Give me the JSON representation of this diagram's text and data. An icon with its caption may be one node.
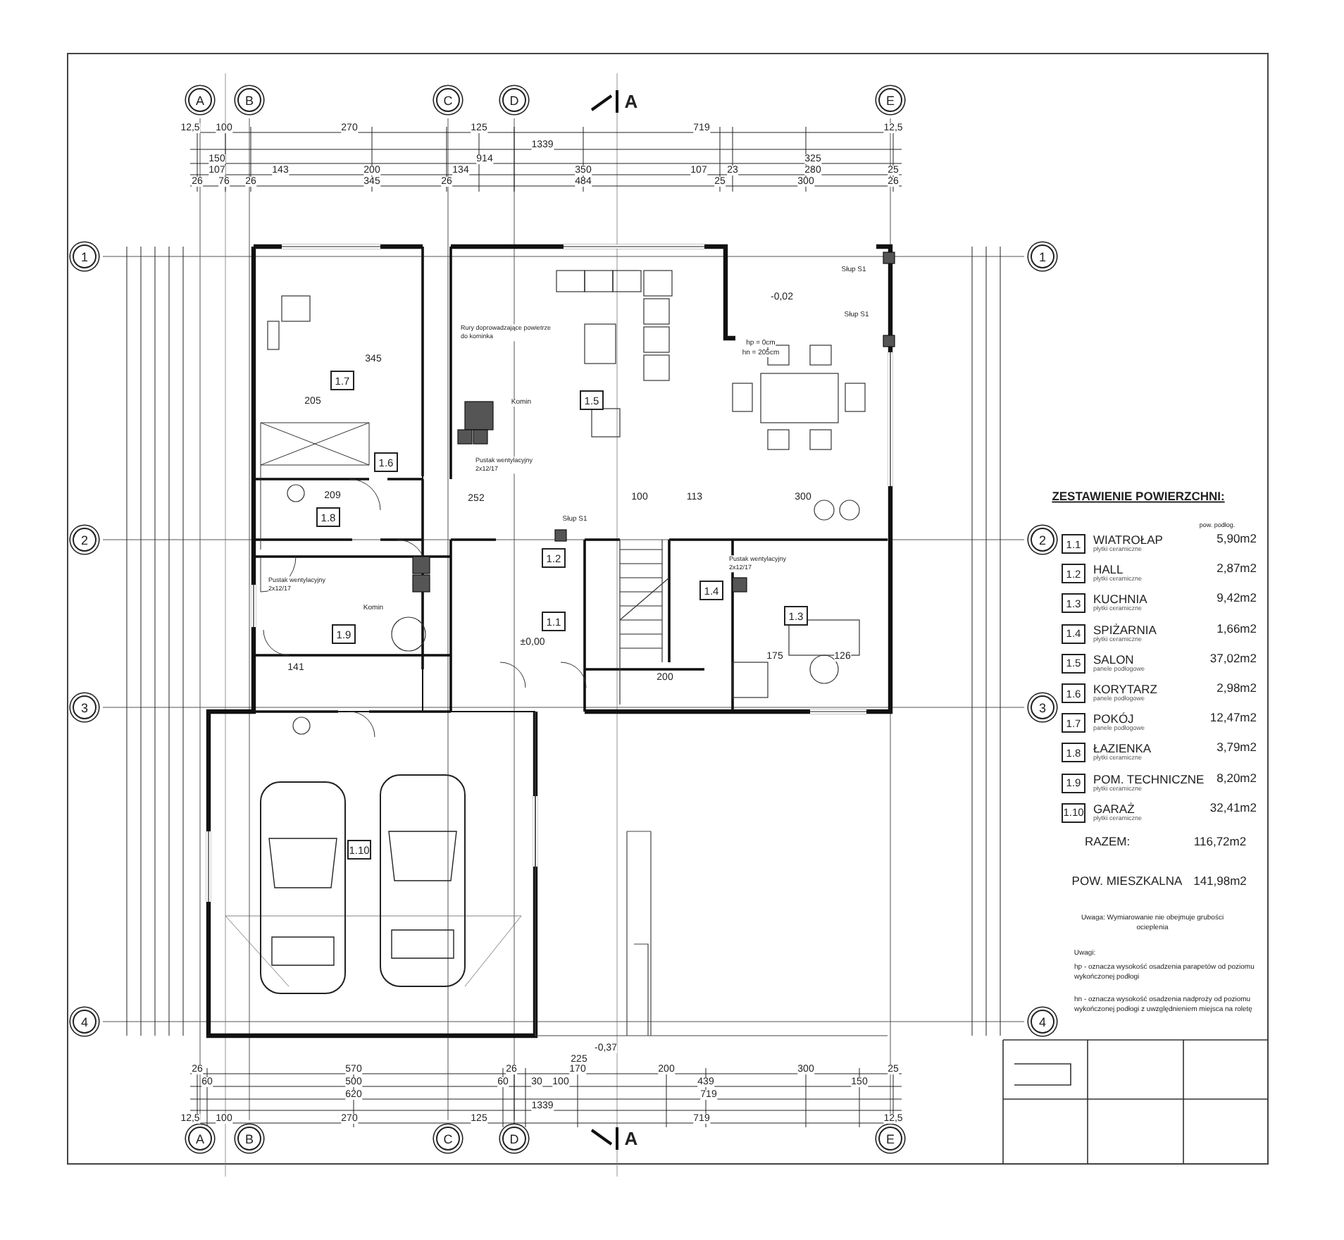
{
  "diagram": {
    "nodes": [
      {
        "text": [
          "A"
        ]
      },
      {
        "text": [
          "B"
        ]
      },
      {
        "text": [
          "C"
        ]
      },
      {
        "text": [
          "D"
        ]
      },
      {
        "text": [
          "E"
        ]
      },
      {
        "text": [
          "A"
        ]
      },
      {
        "text": [
          "B"
        ]
      },
      {
        "text": [
          "C"
        ]
      },
      {
        "text": [
          "D"
        ]
      },
      {
        "text": [
          "E"
        ]
      },
      {
        "text": [
          "1"
        ]
      },
      {
        "text": [
          "2"
        ]
      },
      {
        "text": [
          "3"
        ]
      },
      {
        "text": [
          "4"
        ]
      },
      {
        "text": [
          "1"
        ]
      },
      {
        "text": [
          "2"
        ]
      },
      {
        "text": [
          "3"
        ]
      },
      {
        "text": [
          "4"
        ]
      },
      {
        "text": [
          "1.1"
        ]
      },
      {
        "text": [
          "1.2"
        ]
      },
      {
        "text": [
          "1.3"
        ]
      },
      {
        "text": [
          "1.4"
        ]
      },
      {
        "text": [
          "1.5"
        ]
      },
      {
        "text": [
          "1.6"
        ]
      },
      {
        "text": [
          "1.7"
        ]
      },
      {
        "text": [
          "1.8"
        ]
      },
      {
        "text": [
          "1.9"
        ]
      },
      {
        "text": [
          "1.10"
        ]
      },
      {
        "text": [
          "1.1"
        ],
        "beside": [
          "WIATROŁAP",
          "płytki ceramiczne"
        ]
      },
      {
        "text": [
          "1.2"
        ],
        "beside": [
          "HALL",
          "płytki ceramiczne"
        ]
      },
      {
        "text": [
          "1.3"
        ],
        "beside": [
          "KUCHNIA",
          "płytki ceramiczne"
        ]
      },
      {
        "text": [
          "1.4"
        ],
        "beside": [
          "SPIŻARNIA",
          "płytki ceramiczne"
        ]
      },
      {
        "text": [
          "1.5"
        ],
        "beside": [
          "SALON",
          "panele podłogowe"
        ]
      },
      {
        "text": [
          "1.6"
        ],
        "beside": [
          "KORYTARZ",
          "panele podłogowe"
        ]
      },
      {
        "text": [
          "1.7"
        ],
        "beside": [
          "POKÓJ",
          "panele podłogowe"
        ]
      },
      {
        "text": [
          "1.8"
        ],
        "beside": [
          "ŁAZIENKA",
          "płytki ceramiczne"
        ]
      },
      {
        "text": [
          "1.9"
        ],
        "beside": [
          "POM. TECHNICZNE",
          "płytki ceramiczne"
        ]
      },
      {
        "text": [
          "1.10"
        ],
        "beside": [
          "GARAŻ",
          "płytki ceramiczne"
        ]
      }
    ],
    "labels": [
      "A",
      "12,5",
      "100",
      "270",
      "125",
      "719",
      "12,5",
      "1339",
      "150",
      "914",
      "325",
      "107",
      "143",
      "200",
      "134",
      "350",
      "107",
      "23",
      "280",
      "25",
      "26",
      "76",
      "26",
      "345",
      "26",
      "484",
      "25",
      "300",
      "26",
      "345",
      "205",
      "209",
      "141",
      "175",
      "126",
      "252",
      "100",
      "113",
      "300",
      "200",
      "-0,02",
      "±0,00",
      "hp = 0cm",
      "hn = 205cm",
      "Słup S1",
      "Słup S1",
      "Słup S1",
      "Rury doprowadzające powietrze do kominka",
      "Komin",
      "Pustak wentylacyjny 2x12/17",
      "Pustak wentylacyjny 2x12/17",
      "Pustak wentylacyjny 2x12/17",
      "Komin",
      "-0,37",
      "225",
      "26",
      "570",
      "26",
      "170",
      "200",
      "300",
      "25",
      "60",
      "500",
      "60",
      "30",
      "100",
      "439",
      "150",
      "620",
      "719",
      "1339",
      "12,5",
      "100",
      "270",
      "125",
      "719",
      "12,5",
      "A",
      "ZESTAWIENIE POWIERZCHNI:",
      "pow. podłog.",
      "5,90m2",
      "2,87m2",
      "9,42m2",
      "1,66m2",
      "37,02m2",
      "2,98m2",
      "12,47m2",
      "3,79m2",
      "8,20m2",
      "32,41m2",
      "RAZEM:",
      "116,72m2",
      "POW. MIESZKALNA",
      "141,98m2",
      "Uwaga: Wymiarowanie nie obejmuje grubości ocieplenia",
      "Uwagi:",
      "hp - oznacza wysokość osadzenia parapetów od poziomu wykończonej podłogi",
      "hn - oznacza wysokość osadzenia nadproży od poziomu wykończonej podłogi z uwzględnieniem miejsca na roletę"
    ]
  }
}
